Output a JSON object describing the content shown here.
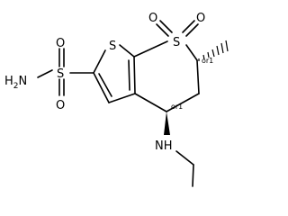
{
  "molecule": {
    "atoms": {
      "nh2": "H2N",
      "s_sulfonamide": "S",
      "o_sulfonamide_top": "O",
      "o_sulfonamide_bottom": "O",
      "s_thiophene": "S",
      "s_sulfone": "S",
      "o_sulfone_left": "O",
      "o_sulfone_right": "O",
      "nh": "NH"
    },
    "stereo_labels": {
      "c6": "or1",
      "c4": "or1"
    }
  }
}
